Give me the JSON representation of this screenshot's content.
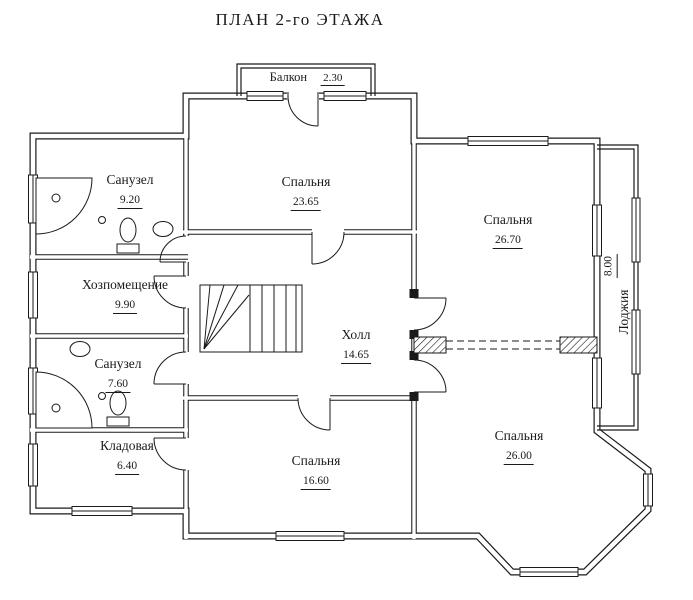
{
  "title": "ПЛАН 2-го ЭТАЖА",
  "rooms": {
    "balcony": {
      "name": "Балкон",
      "area": "2.30"
    },
    "bathroom_top": {
      "name": "Санузел",
      "area": "9.20"
    },
    "bedroom_top": {
      "name": "Спальня",
      "area": "23.65"
    },
    "bedroom_right": {
      "name": "Спальня",
      "area": "26.70"
    },
    "utility": {
      "name": "Хозпомещение",
      "area": "9.90"
    },
    "hall": {
      "name": "Холл",
      "area": "14.65"
    },
    "loggia": {
      "name": "Лоджия",
      "area": "8.00"
    },
    "bathroom_left": {
      "name": "Санузел",
      "area": "7.60"
    },
    "storage": {
      "name": "Кладовая",
      "area": "6.40"
    },
    "bedroom_bottom": {
      "name": "Спальня",
      "area": "16.60"
    },
    "bedroom_bottom_right": {
      "name": "Спальня",
      "area": "26.00"
    }
  },
  "colors": {
    "wall": "#1a1a1a",
    "background": "#ffffff"
  }
}
